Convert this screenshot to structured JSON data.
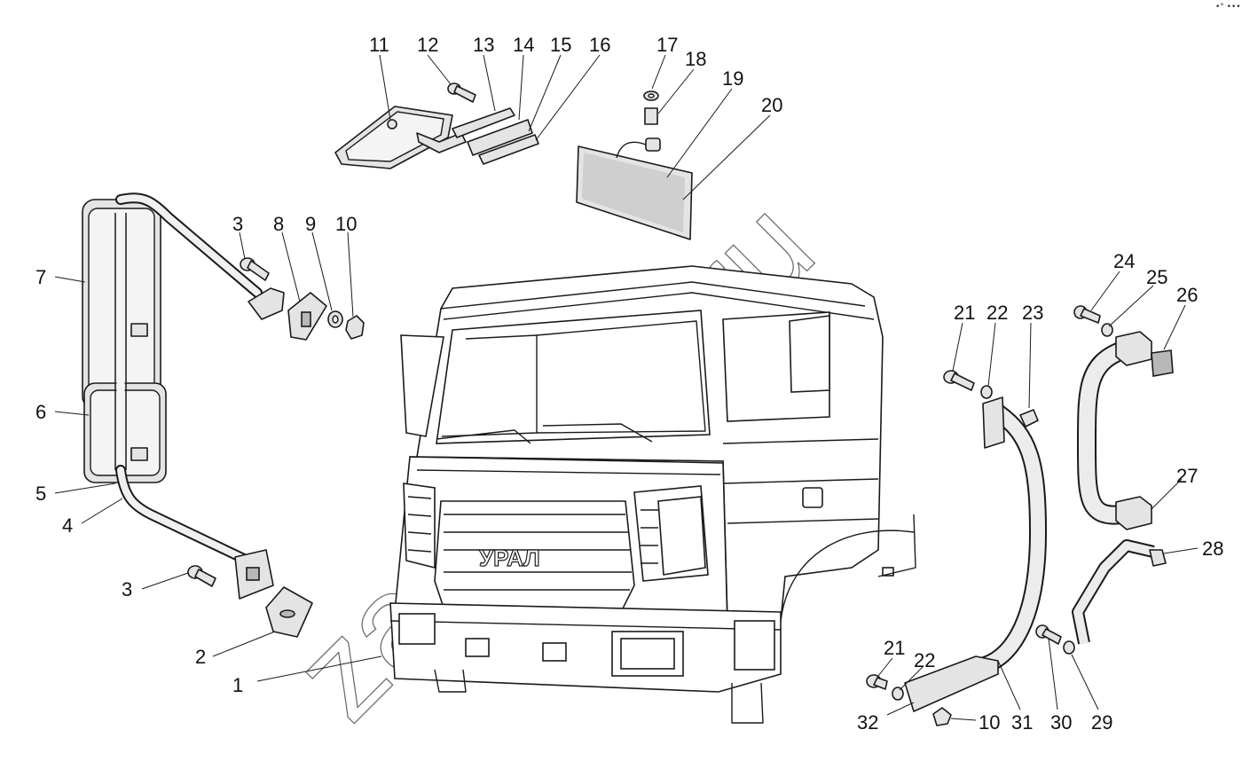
{
  "watermark": "zap-kam.ru",
  "corner_mark": "•° •••",
  "grille_badge": "УРАЛ",
  "callouts": [
    {
      "id": "1",
      "text": "1"
    },
    {
      "id": "2",
      "text": "2"
    },
    {
      "id": "3a",
      "text": "3"
    },
    {
      "id": "3b",
      "text": "3"
    },
    {
      "id": "4",
      "text": "4"
    },
    {
      "id": "5",
      "text": "5"
    },
    {
      "id": "6",
      "text": "6"
    },
    {
      "id": "7",
      "text": "7"
    },
    {
      "id": "8",
      "text": "8"
    },
    {
      "id": "9",
      "text": "9"
    },
    {
      "id": "10a",
      "text": "10"
    },
    {
      "id": "10b",
      "text": "10"
    },
    {
      "id": "11",
      "text": "11"
    },
    {
      "id": "12",
      "text": "12"
    },
    {
      "id": "13",
      "text": "13"
    },
    {
      "id": "14",
      "text": "14"
    },
    {
      "id": "15",
      "text": "15"
    },
    {
      "id": "16",
      "text": "16"
    },
    {
      "id": "17",
      "text": "17"
    },
    {
      "id": "18",
      "text": "18"
    },
    {
      "id": "19",
      "text": "19"
    },
    {
      "id": "20",
      "text": "20"
    },
    {
      "id": "21a",
      "text": "21"
    },
    {
      "id": "21b",
      "text": "21"
    },
    {
      "id": "22a",
      "text": "22"
    },
    {
      "id": "22b",
      "text": "22"
    },
    {
      "id": "23",
      "text": "23"
    },
    {
      "id": "24",
      "text": "24"
    },
    {
      "id": "25",
      "text": "25"
    },
    {
      "id": "26",
      "text": "26"
    },
    {
      "id": "27",
      "text": "27"
    },
    {
      "id": "28",
      "text": "28"
    },
    {
      "id": "29",
      "text": "29"
    },
    {
      "id": "30",
      "text": "30"
    },
    {
      "id": "31",
      "text": "31"
    },
    {
      "id": "32",
      "text": "32"
    }
  ]
}
